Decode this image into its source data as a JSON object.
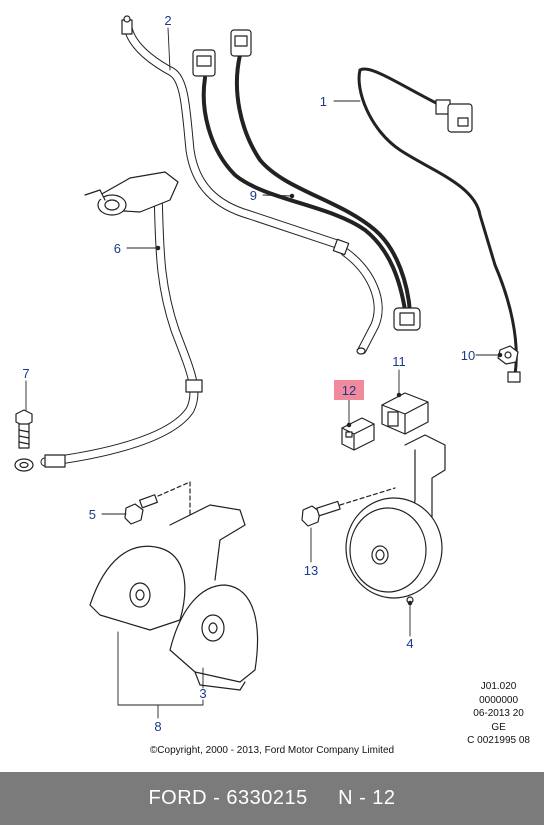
{
  "diagram": {
    "callouts": [
      {
        "id": "1",
        "label": "1"
      },
      {
        "id": "2",
        "label": "2"
      },
      {
        "id": "3",
        "label": "3"
      },
      {
        "id": "4",
        "label": "4"
      },
      {
        "id": "5",
        "label": "5"
      },
      {
        "id": "6",
        "label": "6"
      },
      {
        "id": "7",
        "label": "7"
      },
      {
        "id": "8",
        "label": "8"
      },
      {
        "id": "9",
        "label": "9"
      },
      {
        "id": "10",
        "label": "10"
      },
      {
        "id": "11",
        "label": "11"
      },
      {
        "id": "12",
        "label": "12",
        "highlighted": true,
        "highlight_color": "#f08a9c"
      },
      {
        "id": "13",
        "label": "13"
      }
    ],
    "callout_color": "#1a3a8c",
    "reference": {
      "line1": "J01.020",
      "line2": "0000000",
      "line3": "06-2013 20",
      "line4": "GE",
      "line5": "C 0021995 08"
    },
    "copyright": "©Copyright, 2000 - 2013, Ford Motor Company Limited"
  },
  "footer": {
    "brand": "FORD",
    "part_number": "6330215",
    "position": "N - 12",
    "background_color": "#7b7b7b"
  }
}
